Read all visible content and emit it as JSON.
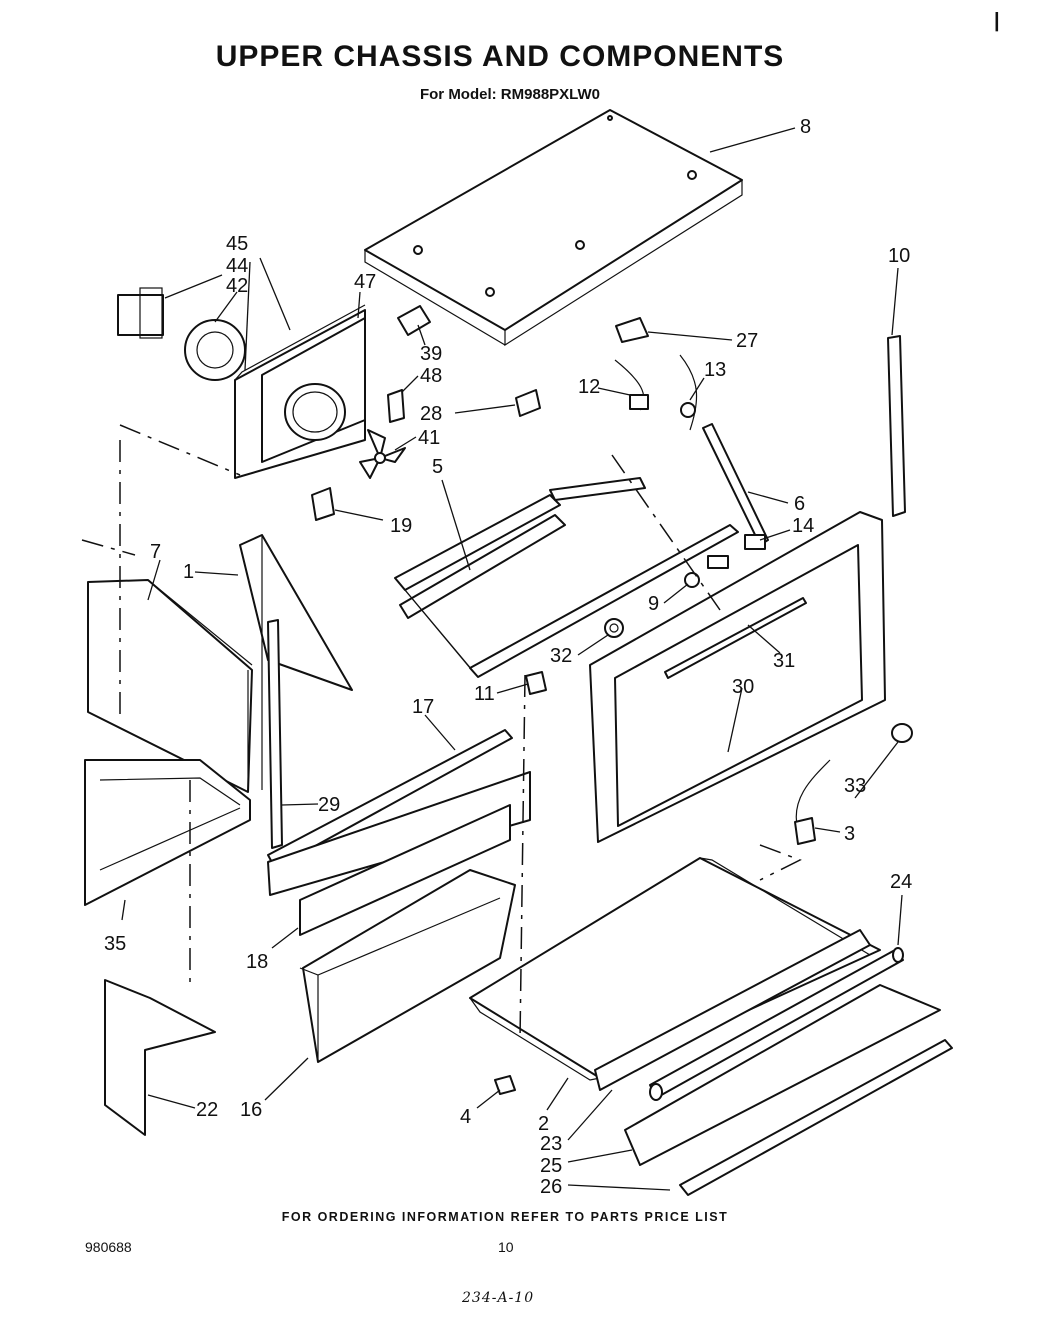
{
  "header": {
    "title": "UPPER CHASSIS AND COMPONENTS",
    "subtitle": "For Model: RM988PXLW0"
  },
  "callouts": {
    "c1": "1",
    "c2": "2",
    "c3": "3",
    "c4": "4",
    "c5": "5",
    "c6": "6",
    "c7": "7",
    "c8": "8",
    "c9": "9",
    "c10": "10",
    "c11": "11",
    "c12": "12",
    "c13": "13",
    "c14": "14",
    "c16": "16",
    "c17": "17",
    "c18": "18",
    "c19": "19",
    "c22": "22",
    "c23": "23",
    "c24": "24",
    "c25": "25",
    "c26": "26",
    "c27": "27",
    "c28": "28",
    "c29": "29",
    "c30": "30",
    "c31": "31",
    "c32": "32",
    "c33": "33",
    "c35": "35",
    "c39": "39",
    "c41": "41",
    "c42": "42",
    "c44": "44",
    "c45": "45",
    "c47": "47",
    "c48": "48"
  },
  "footer": {
    "ordering_note": "FOR ORDERING INFORMATION REFER TO PARTS PRICE LIST",
    "document_number": "980688",
    "page_number": "10",
    "handwritten_code": "234-A-10",
    "corner_mark": "|"
  }
}
